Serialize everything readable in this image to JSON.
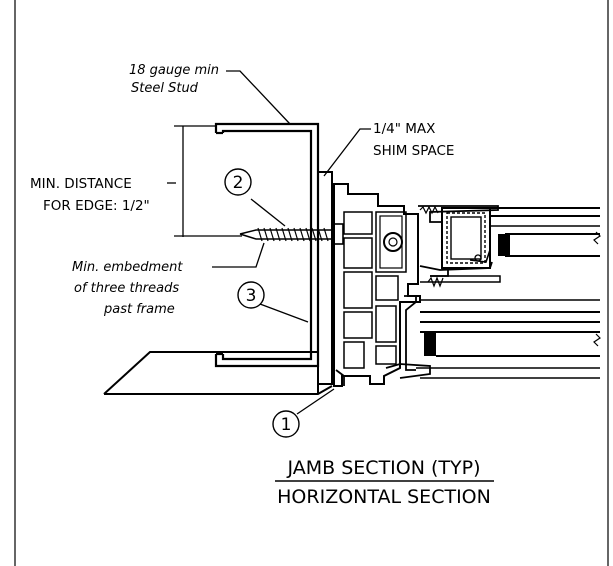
{
  "callouts": {
    "stud": [
      "18 gauge min",
      "Steel Stud"
    ],
    "shim": [
      "1/4\" MAX",
      "SHIM SPACE"
    ],
    "edge": [
      "MIN. DISTANCE",
      "FOR EDGE: 1/2\""
    ],
    "embed": [
      "Min. embedment",
      "of three threads",
      "past frame"
    ]
  },
  "markers": [
    "1",
    "2",
    "3"
  ],
  "title": {
    "line1": "JAMB SECTION (TYP)",
    "line2": "HORIZONTAL SECTION"
  }
}
